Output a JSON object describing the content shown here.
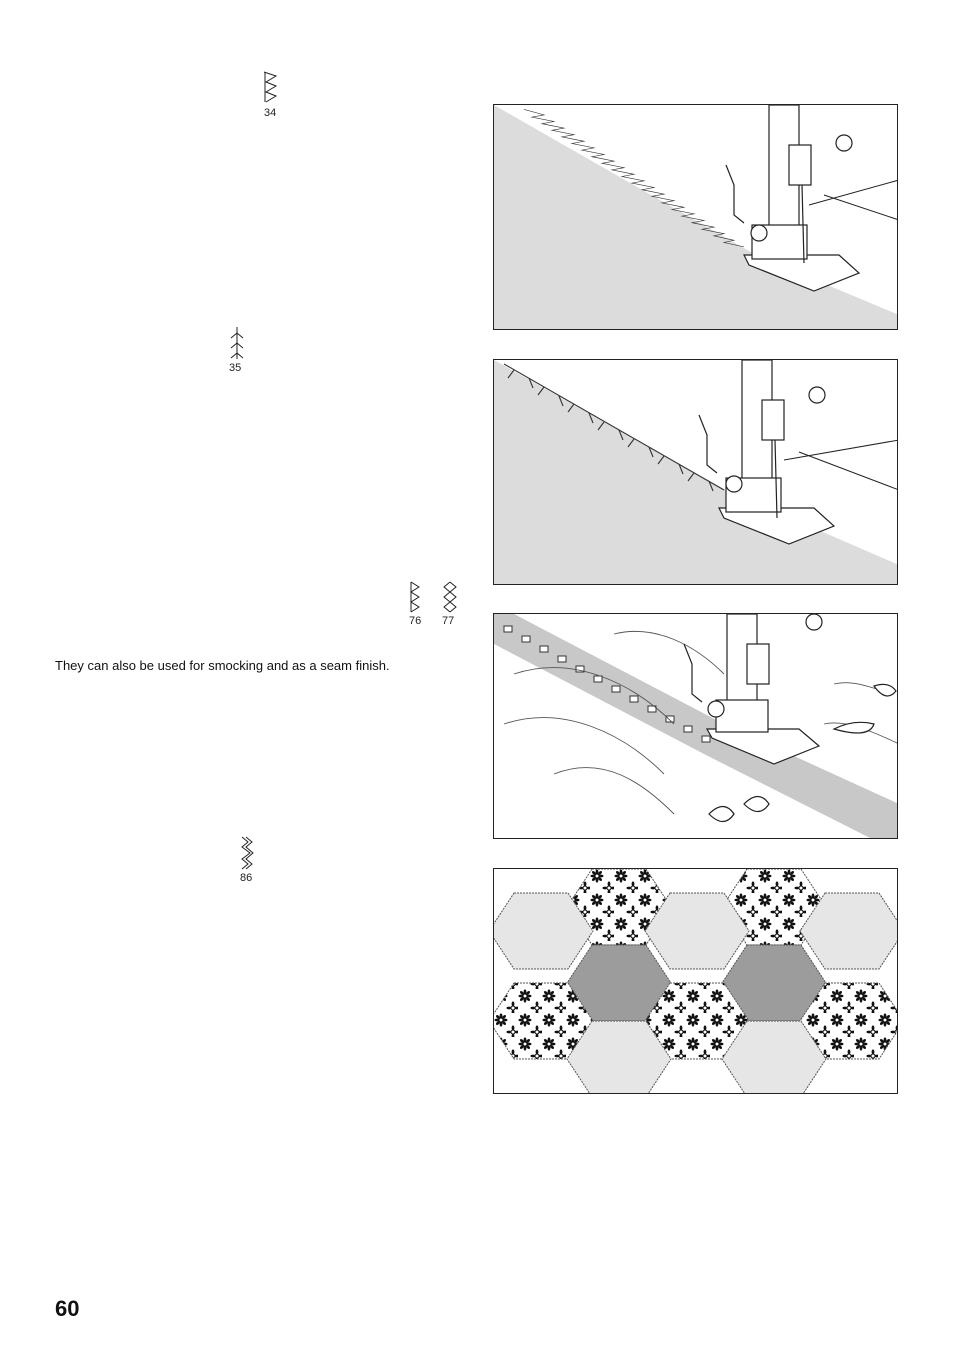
{
  "stitches": [
    {
      "number": "34"
    },
    {
      "number": "35"
    },
    {
      "number": "76"
    },
    {
      "number": "77"
    },
    {
      "number": "86"
    }
  ],
  "body_text": "They can also be used for smocking and as a seam finish.",
  "page_number": "60"
}
